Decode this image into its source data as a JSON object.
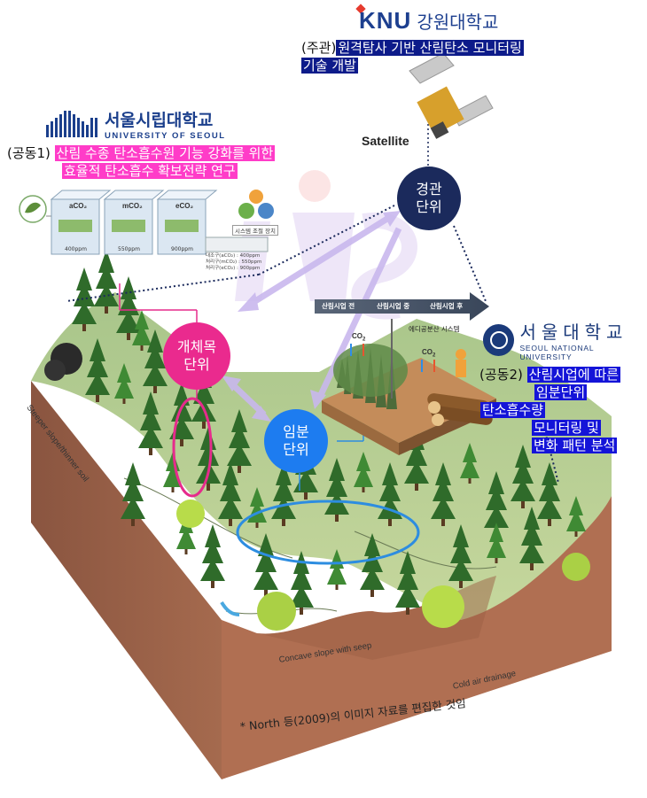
{
  "logos": {
    "knu": {
      "mark": "KNU",
      "name": "강원대학교"
    },
    "uos": {
      "korean": "서울시립대학교",
      "english": "UNIVERSITY OF SEOUL"
    },
    "snu": {
      "korean": "서울대학교",
      "english": "SEOUL NATIONAL UNIVERSITY"
    }
  },
  "roles": {
    "lead": {
      "prefix": "(주관)",
      "line1": "원격탐사 기반 산림탄소 모니터링",
      "line2": "기술 개발"
    },
    "joint1": {
      "prefix": "(공동1)",
      "line1": "산림 수종 탄소흡수원 기능 강화를 위한",
      "line2": "효율적 탄소흡수 확보전략 연구"
    },
    "joint2": {
      "prefix": "(공동2)",
      "line1": "산림시업에 따른",
      "line2": "임분단위",
      "line3": "탄소흡수량",
      "line4": "모니터링 및",
      "line5": "변화 패턴 분석"
    }
  },
  "satellite": {
    "label": "Satellite"
  },
  "scales": {
    "landscape": {
      "line1": "경관",
      "line2": "단위"
    },
    "tree": {
      "line1": "개체목",
      "line2": "단위"
    },
    "stand": {
      "line1": "임분",
      "line2": "단위"
    }
  },
  "chambers": [
    {
      "label": "aCO₂",
      "ppm": "400ppm"
    },
    {
      "label": "mCO₂",
      "ppm": "550ppm"
    },
    {
      "label": "eCO₂",
      "ppm": "900ppm"
    }
  ],
  "control_system": {
    "label": "시스템 조절 장치",
    "legend": [
      "대조구(aCO₂) : 400ppm",
      "처리구(mCO₂) : 550ppm",
      "처리구(eCO₂) : 900ppm"
    ]
  },
  "timeline": [
    "산림시업 전",
    "산림시업 중",
    "산림시업 후"
  ],
  "flux": {
    "eddy": "에디공분산 시스템",
    "co2": "CO",
    "co2_sub": "2"
  },
  "terrain_labels": {
    "steeper": "Steeper slope/thinner soil",
    "concave": "Concave slope with seep",
    "cold_air": "Cold air drainage"
  },
  "caption": "* North 등(2009)의 이미지 자료를 편집한 것임",
  "colors": {
    "lead_highlight": "#0d1b8a",
    "joint1_highlight": "#ff3cc8",
    "joint2_highlight": "#1414d8",
    "landscape_circle": "#1b2a5c",
    "tree_circle": "#ea2a8e",
    "stand_circle": "#1d7cf0"
  }
}
